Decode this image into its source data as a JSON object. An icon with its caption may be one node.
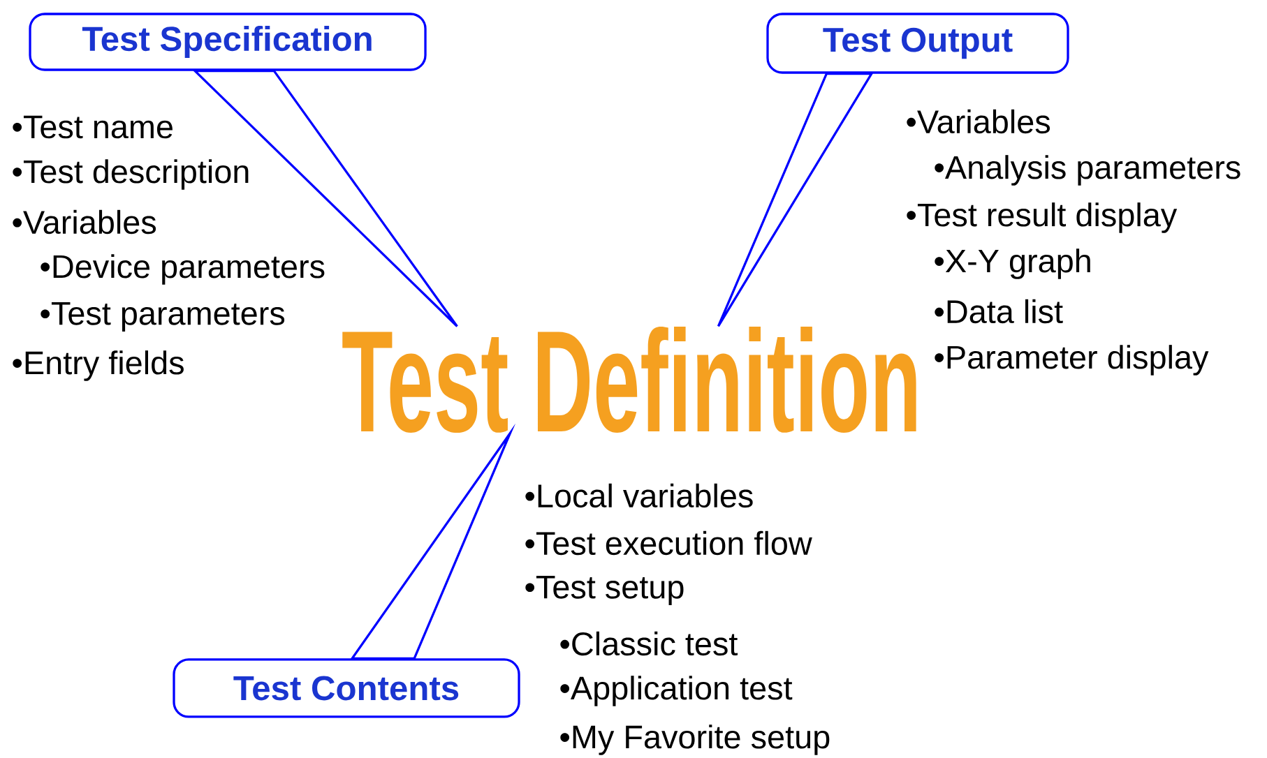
{
  "diagram": {
    "nodes": [
      {
        "text": [
          "Test Specification"
        ]
      },
      {
        "text": [
          "Test Output"
        ]
      },
      {
        "text": [
          "Test Definition"
        ]
      },
      {
        "text": [
          "Test Contents"
        ]
      }
    ],
    "edges": [
      {
        "from": 0,
        "to": 2,
        "arrow": "none"
      },
      {
        "from": 1,
        "to": 2,
        "arrow": "none"
      },
      {
        "from": 3,
        "to": 2,
        "arrow": "none"
      }
    ],
    "labels": [
      "•Test name",
      "•Test description",
      "•Variables",
      "•Device parameters",
      "•Test parameters",
      "•Entry fields",
      "•Variables",
      "•Analysis parameters",
      "•Test result display",
      "•X-Y graph",
      "•Data list",
      "•Parameter display",
      "•Local variables",
      "•Test execution flow",
      "•Test setup",
      "•Classic test",
      "•Application test",
      "•My Favorite setup"
    ]
  }
}
